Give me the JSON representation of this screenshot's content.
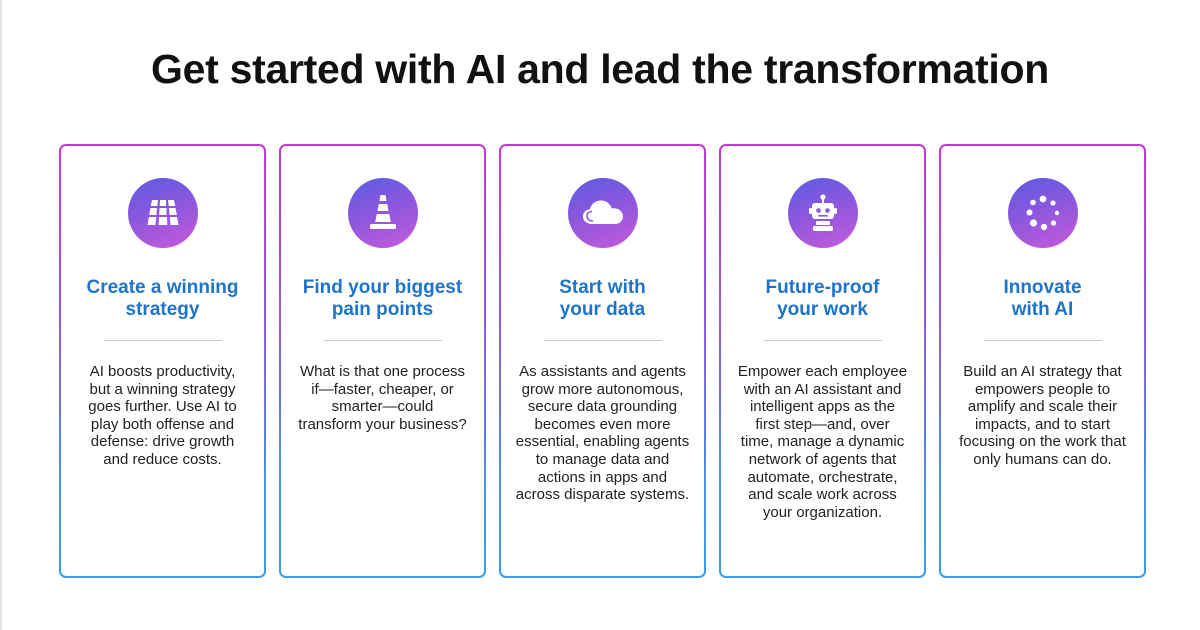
{
  "headline": "Get started with AI and lead the transformation",
  "colors": {
    "title_blue": "#1f74c9",
    "border_gradient": [
      "#c139d4",
      "#8a5ee0",
      "#3a9de6"
    ],
    "icon_gradient": [
      "#5a5ce0",
      "#8a57df",
      "#c65ad8"
    ]
  },
  "cards": [
    {
      "icon": "grid-icon",
      "title": "Create a winning\nstrategy",
      "body": "AI boosts productivity,\nbut a winning strategy\ngoes further. Use AI to\nplay both offense and\ndefense: drive growth\nand reduce costs."
    },
    {
      "icon": "traffic-cone-icon",
      "title": "Find your biggest\npain points",
      "body": "What is that one process\nif—faster, cheaper, or\nsmarter—could\ntransform your business?"
    },
    {
      "icon": "cloud-icon",
      "title": "Start with\nyour data",
      "body": "As assistants and agents\ngrow more autonomous,\nsecure data grounding\nbecomes even more\nessential, enabling agents\nto manage data and\nactions in apps and\nacross disparate systems."
    },
    {
      "icon": "robot-icon",
      "title": "Future-proof\nyour work",
      "body": "Empower each employee\nwith an AI assistant and\nintelligent apps as the\nfirst step—and, over\ntime, manage a dynamic\nnetwork of agents that\nautomate, orchestrate,\nand scale work across\nyour organization."
    },
    {
      "icon": "dots-circle-icon",
      "title": "Innovate\nwith AI",
      "body": "Build an AI strategy that\nempowers people to\namplify and scale their\nimpacts, and to start\nfocusing on the work that\nonly humans can do."
    }
  ]
}
